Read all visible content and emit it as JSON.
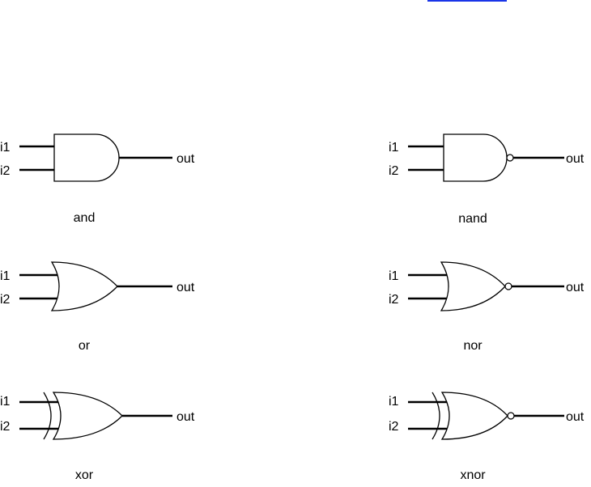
{
  "colors": {
    "link_bar": "#1a35e8",
    "ink": "#000000"
  },
  "gates": [
    {
      "type": "and",
      "inputs": [
        "i1",
        "i2"
      ],
      "output": "out",
      "label": "and"
    },
    {
      "type": "nand",
      "inputs": [
        "i1",
        "i2"
      ],
      "output": "out",
      "label": "nand"
    },
    {
      "type": "or",
      "inputs": [
        "i1",
        "i2"
      ],
      "output": "out",
      "label": "or"
    },
    {
      "type": "nor",
      "inputs": [
        "i1",
        "i2"
      ],
      "output": "out",
      "label": "nor"
    },
    {
      "type": "xor",
      "inputs": [
        "i1",
        "i2"
      ],
      "output": "out",
      "label": "xor"
    },
    {
      "type": "xnor",
      "inputs": [
        "i1",
        "i2"
      ],
      "output": "out",
      "label": "xnor"
    }
  ]
}
